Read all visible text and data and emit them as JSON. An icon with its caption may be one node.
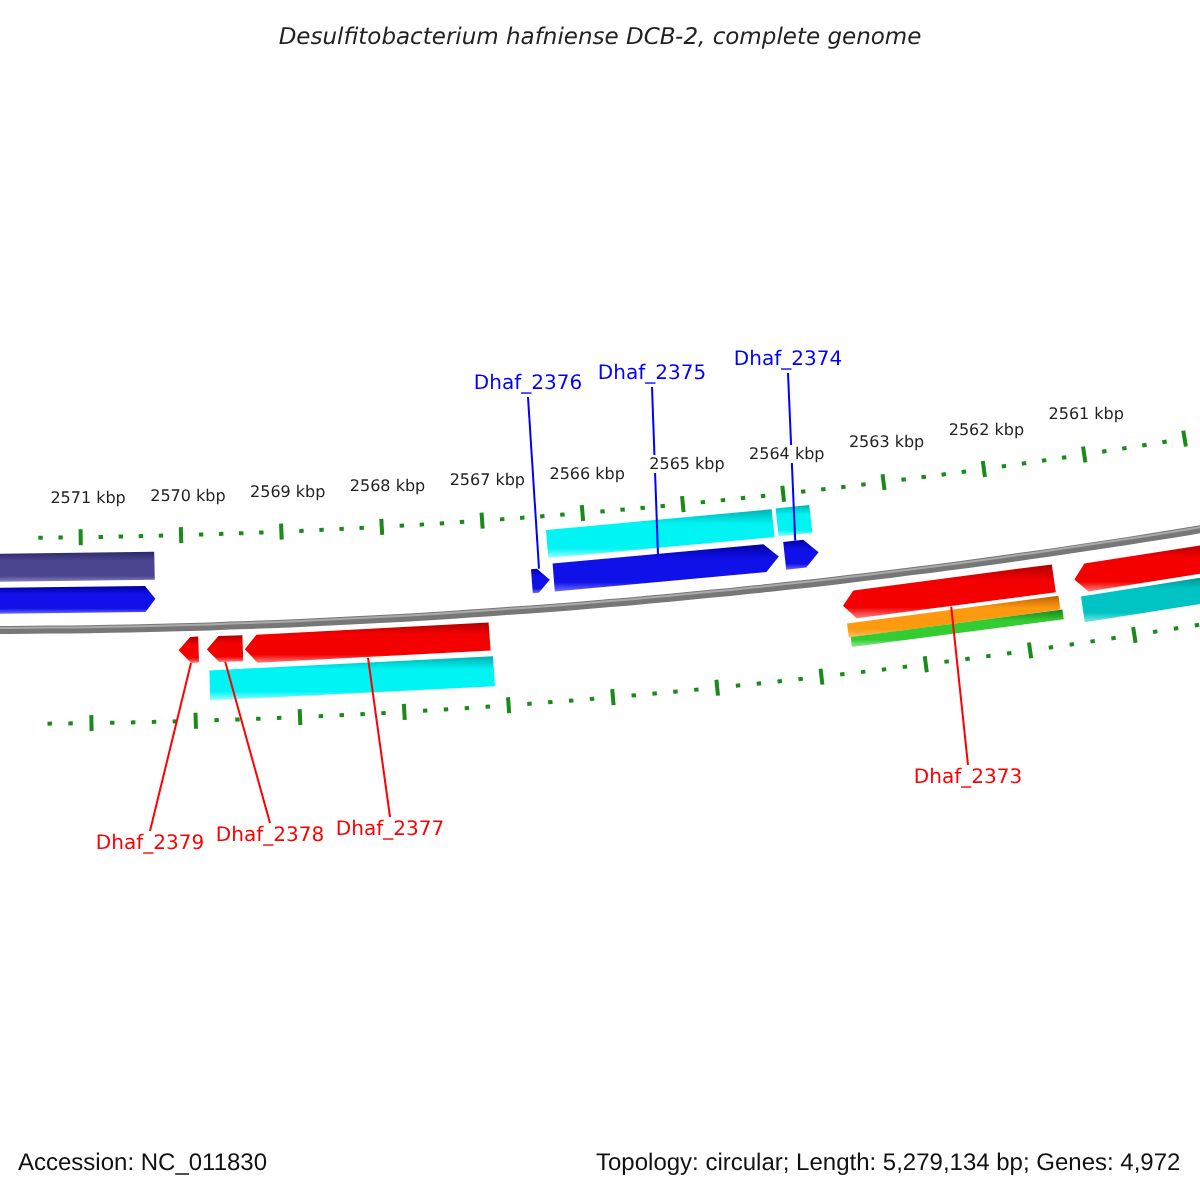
{
  "diagram": {
    "title": "Desulfitobacterium hafniense DCB-2, complete genome",
    "nodes": [
      {
        "text": [
          "Dhaf_2376"
        ]
      },
      {
        "text": [
          "Dhaf_2375"
        ]
      },
      {
        "text": [
          "Dhaf_2374"
        ]
      },
      {
        "text": [
          "Dhaf_2379"
        ]
      },
      {
        "text": [
          "Dhaf_2378"
        ]
      },
      {
        "text": [
          "Dhaf_2377"
        ]
      },
      {
        "text": [
          "Dhaf_2373"
        ]
      },
      {
        "text": [],
        "shape": "bar"
      },
      {
        "text": [],
        "shape": "pentagon"
      },
      {
        "text": [],
        "shape": "pentagon"
      },
      {
        "text": [],
        "shape": "pentagon"
      },
      {
        "text": [],
        "shape": "bar"
      },
      {
        "text": [],
        "shape": "pentagon"
      },
      {
        "text": [],
        "shape": "pentagon"
      },
      {
        "text": [],
        "shape": "bar"
      },
      {
        "text": [],
        "shape": "pentagon"
      },
      {
        "text": [],
        "shape": "bar"
      },
      {
        "text": [],
        "shape": "pentagon"
      },
      {
        "text": [],
        "shape": "pentagon"
      },
      {
        "text": [],
        "shape": "bar"
      },
      {
        "text": [],
        "shape": "bar"
      },
      {
        "text": [],
        "shape": "pentagon"
      },
      {
        "text": [],
        "shape": "bar"
      }
    ],
    "edges": [
      {
        "from": 0,
        "to": 13,
        "arrow": "none",
        "color": "#0000ff"
      },
      {
        "from": 1,
        "to": 15,
        "arrow": "none",
        "color": "#0000ff"
      },
      {
        "from": 2,
        "to": 17,
        "arrow": "none",
        "color": "#0000ff"
      },
      {
        "from": 3,
        "to": 9,
        "arrow": "none",
        "color": "#ff0000"
      },
      {
        "from": 4,
        "to": 10,
        "arrow": "none",
        "color": "#ff0000"
      },
      {
        "from": 5,
        "to": 12,
        "arrow": "none",
        "color": "#ff0000"
      },
      {
        "from": 6,
        "to": 18,
        "arrow": "none",
        "color": "#ff0000"
      }
    ],
    "labels": [
      "2571 kbp",
      "2570 kbp",
      "2569 kbp",
      "2568 kbp",
      "2567 kbp",
      "2566 kbp",
      "2565 kbp",
      "2564 kbp",
      "2563 kbp",
      "2562 kbp",
      "2561 kbp",
      "Accession: NC_011830",
      "Topology: circular; Length: 5,279,134 bp; Genes: 4,972"
    ]
  }
}
